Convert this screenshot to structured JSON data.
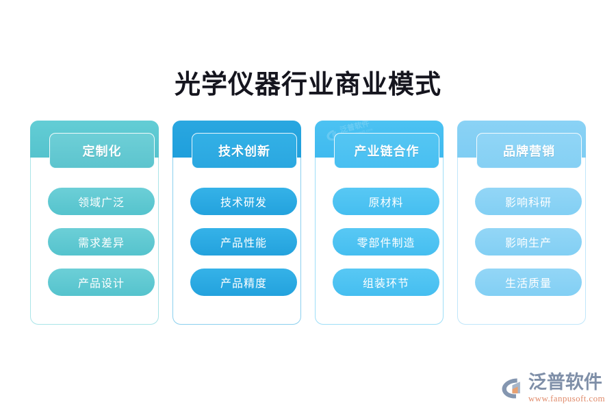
{
  "page": {
    "title": "光学仪器行业商业模式",
    "background_color": "#ffffff",
    "title_color": "#15151e"
  },
  "columns": [
    {
      "header": "定制化",
      "accent_color": "#5cc4ce",
      "items": [
        "领域广泛",
        "需求差异",
        "产品设计"
      ]
    },
    {
      "header": "技术创新",
      "accent_color": "#2aa7e0",
      "items": [
        "技术研发",
        "产品性能",
        "产品精度"
      ]
    },
    {
      "header": "产业链合作",
      "accent_color": "#4cc2f2",
      "items": [
        "原材料",
        "零部件制造",
        "组装环节"
      ]
    },
    {
      "header": "品牌营销",
      "accent_color": "#8ad2f5",
      "items": [
        "影响科研",
        "影响生产",
        "生活质量"
      ]
    }
  ],
  "watermark": {
    "name": "泛普软件",
    "url": "www.fanpusoft.com"
  },
  "brand": {
    "name": "泛普软件",
    "url": "www.fanpusoft.com",
    "name_color": "#7f8fa8",
    "url_color": "#e08a6a",
    "mark_color": "#8496b0",
    "mark_accent_color": "#e8a070"
  }
}
